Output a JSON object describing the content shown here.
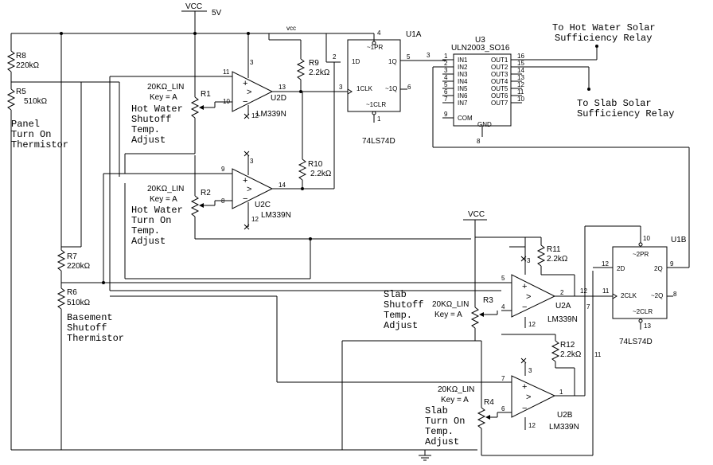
{
  "supply": {
    "vcc_top": "VCC",
    "v5": "5V",
    "vcc_small": "vcc",
    "vcc_mid": "VCC"
  },
  "resistors": {
    "r8": {
      "name": "R8",
      "value": "220kΩ"
    },
    "r5": {
      "name": "R5",
      "value": "510kΩ"
    },
    "r7": {
      "name": "R7",
      "value": "220kΩ"
    },
    "r6": {
      "name": "R6",
      "value": "510kΩ"
    },
    "r9": {
      "name": "R9",
      "value": "2.2kΩ"
    },
    "r10": {
      "name": "R10",
      "value": "2.2kΩ"
    },
    "r11": {
      "name": "R11",
      "value": "2.2kΩ"
    },
    "r12": {
      "name": "R12",
      "value": "2.2kΩ"
    }
  },
  "pots": {
    "r1": {
      "name": "R1",
      "value": "20KΩ_LIN",
      "key": "Key = A"
    },
    "r2": {
      "name": "R2",
      "value": "20KΩ_LIN",
      "key": "Key = A"
    },
    "r3": {
      "name": "R3",
      "value": "20KΩ_LIN",
      "key": "Key = A"
    },
    "r4": {
      "name": "R4",
      "value": "20KΩ_LIN",
      "key": "Key = A"
    }
  },
  "comparators": {
    "u2d": {
      "name": "U2D",
      "part": "LM339N"
    },
    "u2c": {
      "name": "U2C",
      "part": "LM339N"
    },
    "u2a": {
      "name": "U2A",
      "part": "LM339N"
    },
    "u2b": {
      "name": "U2B",
      "part": "LM339N"
    }
  },
  "flipflops": {
    "u1a": {
      "name": "U1A",
      "part": "74LS74D",
      "pins": {
        "pr": "~1PR",
        "d": "1D",
        "q": "1Q",
        "clk": "1CLK",
        "qn": "~1Q",
        "clr": "~1CLR"
      }
    },
    "u1b": {
      "name": "U1B",
      "part": "74LS74D",
      "pins": {
        "pr": "~2PR",
        "d": "2D",
        "q": "2Q",
        "clk": "2CLK",
        "qn": "~2Q",
        "clr": "~2CLR"
      }
    }
  },
  "driver": {
    "name": "U3",
    "part": "ULN2003_SO16",
    "inputs": [
      "IN1",
      "IN2",
      "IN3",
      "IN4",
      "IN5",
      "IN6",
      "IN7"
    ],
    "outputs": [
      "OUT1",
      "OUT2",
      "OUT3",
      "OUT4",
      "OUT5",
      "OUT6",
      "OUT7"
    ],
    "com": "COM",
    "gnd": "GND"
  },
  "labels": {
    "panel": [
      "Panel",
      "Turn On",
      "Thermistor"
    ],
    "basement": [
      "Basement",
      "Shutoff",
      "Thermistor"
    ],
    "hw_shutoff": [
      "Hot Water",
      "Shutoff",
      "Temp.",
      "Adjust"
    ],
    "hw_turnon": [
      "Hot Water",
      "Turn On",
      "Temp.",
      "Adjust"
    ],
    "slab_shutoff": [
      "Slab",
      "Shutoff",
      "Temp.",
      "Adjust"
    ],
    "slab_turnon": [
      "Slab",
      "Turn On",
      "Temp.",
      "Adjust"
    ],
    "hw_relay": [
      "To Hot Water Solar",
      "Sufficiency Relay"
    ],
    "slab_relay": [
      "To Slab Solar",
      "Sufficiency Relay"
    ]
  }
}
